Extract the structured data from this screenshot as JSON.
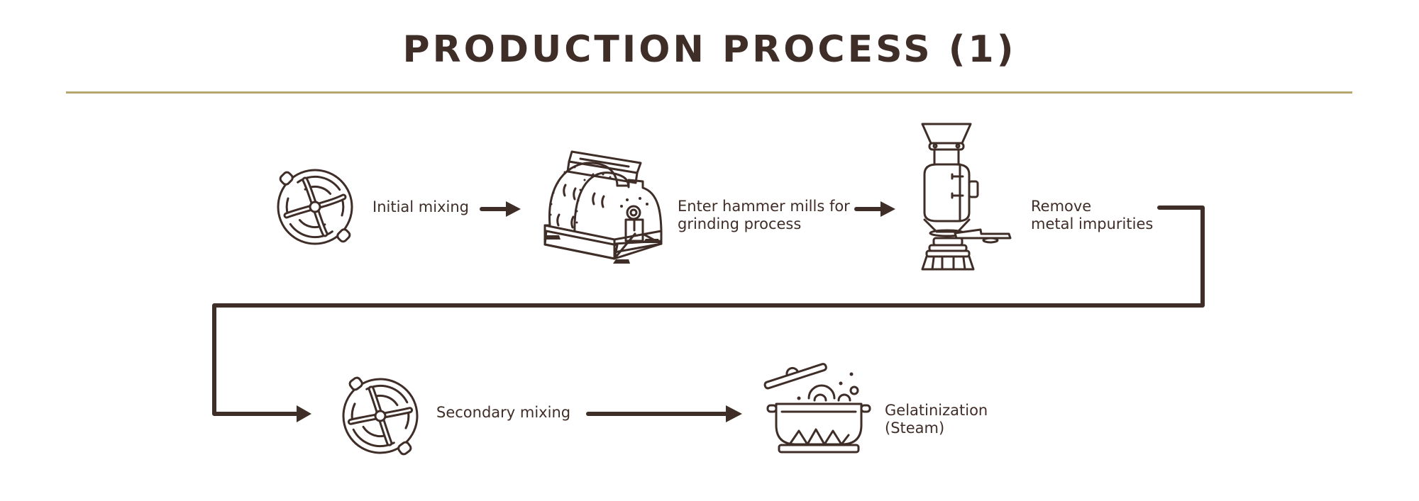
{
  "title": "PRODUCTION PROCESS (1)",
  "colors": {
    "ink": "#3f2d28",
    "divider": "#b5a66e",
    "background": "#ffffff"
  },
  "steps": [
    {
      "id": "initial-mixing",
      "icon": "mixer-icon",
      "label_lines": [
        "Initial mixing"
      ]
    },
    {
      "id": "hammer-mill",
      "icon": "hammer-mill-icon",
      "label_lines": [
        "Enter hammer mills for",
        "grinding process"
      ]
    },
    {
      "id": "metal-removal",
      "icon": "magnetic-separator-icon",
      "label_lines": [
        "Remove",
        "metal impurities"
      ]
    },
    {
      "id": "secondary-mixing",
      "icon": "mixer-icon",
      "label_lines": [
        "Secondary mixing"
      ]
    },
    {
      "id": "gelatinization",
      "icon": "steam-pot-icon",
      "label_lines": [
        "Gelatinization",
        "(Steam)"
      ]
    }
  ],
  "flow": [
    {
      "from": "initial-mixing",
      "to": "hammer-mill"
    },
    {
      "from": "hammer-mill",
      "to": "metal-removal"
    },
    {
      "from": "metal-removal",
      "to": "secondary-mixing"
    },
    {
      "from": "secondary-mixing",
      "to": "gelatinization"
    }
  ]
}
